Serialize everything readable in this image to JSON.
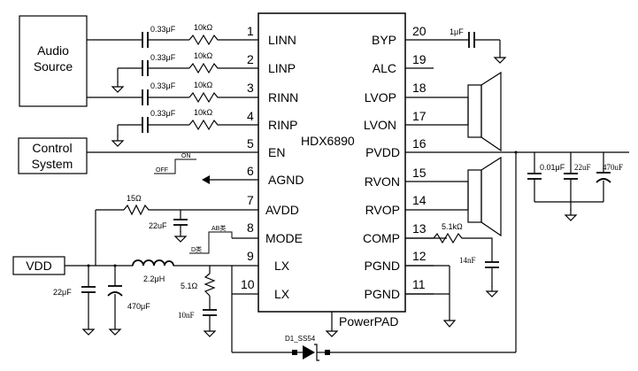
{
  "chip": {
    "name": "HDX6890",
    "powerpad": "PowerPAD",
    "left_pins": [
      {
        "num": "1",
        "name": "LINN"
      },
      {
        "num": "2",
        "name": "LINP"
      },
      {
        "num": "3",
        "name": "RINN"
      },
      {
        "num": "4",
        "name": "RINP"
      },
      {
        "num": "5",
        "name": "EN"
      },
      {
        "num": "6",
        "name": "AGND"
      },
      {
        "num": "7",
        "name": "AVDD"
      },
      {
        "num": "8",
        "name": "MODE"
      },
      {
        "num": "9",
        "name": "LX"
      },
      {
        "num": "10",
        "name": "LX"
      }
    ],
    "right_pins": [
      {
        "num": "20",
        "name": "BYP"
      },
      {
        "num": "19",
        "name": "ALC"
      },
      {
        "num": "18",
        "name": "LVOP"
      },
      {
        "num": "17",
        "name": "LVON"
      },
      {
        "num": "16",
        "name": "PVDD"
      },
      {
        "num": "15",
        "name": "RVON"
      },
      {
        "num": "14",
        "name": "RVOP"
      },
      {
        "num": "13",
        "name": "COMP"
      },
      {
        "num": "12",
        "name": "PGND"
      },
      {
        "num": "11",
        "name": "PGND"
      }
    ]
  },
  "blocks": {
    "audio_source_line1": "Audio",
    "audio_source_line2": "Source",
    "control_line1": "Control",
    "control_line2": "System",
    "vdd": "VDD"
  },
  "input_network": {
    "cap_values": [
      "0.33μF",
      "0.33μF",
      "0.33μF",
      "0.33μF"
    ],
    "res_values": [
      "10kΩ",
      "10kΩ",
      "10kΩ",
      "10kΩ"
    ]
  },
  "components": {
    "byp_cap": "1μF",
    "en_on": "ON",
    "en_off": "OFF",
    "avdd_res": "15Ω",
    "avdd_cap": "22uF",
    "mode_ab": "AB类",
    "mode_d": "D类",
    "inductor": "2.2μH",
    "snubber_res": "5.1Ω",
    "snubber_cap": "10nF",
    "vdd_cap1": "22μF",
    "vdd_cap2": "470μF",
    "diode": "D1_SS54",
    "comp_res": "5.1kΩ",
    "comp_cap": "14nF",
    "pvdd_cap1": "0.01μF",
    "pvdd_cap2": "22uF",
    "pvdd_cap3": "470uF"
  }
}
